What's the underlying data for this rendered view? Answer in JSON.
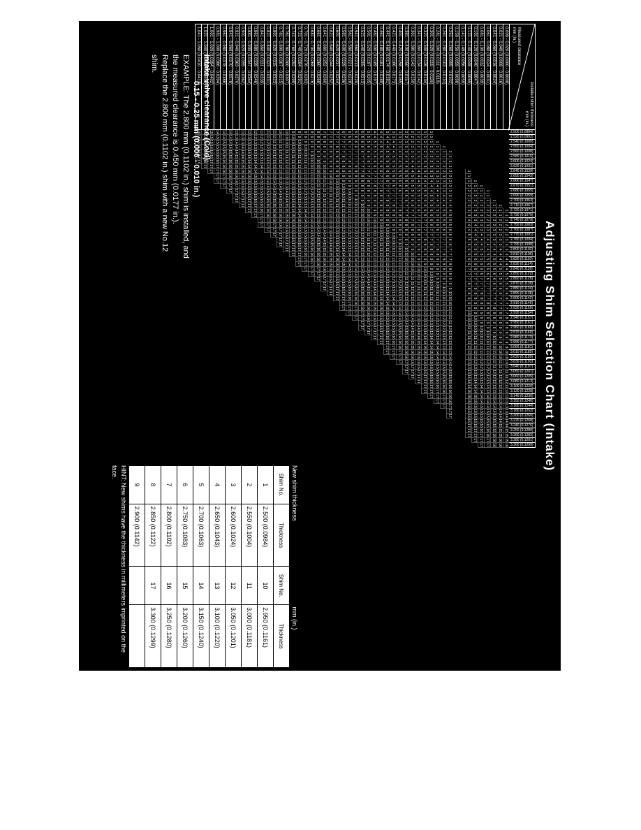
{
  "title": "Adjusting Shim Selection Chart (Intake)",
  "chart_header": {
    "installed_label": "Installed shim thickness",
    "installed_unit": "mm (in.)",
    "measured_label": "Measured clearance",
    "measured_unit": "mm (in.)"
  },
  "columns": [
    "2.500 (0.0984)",
    "2.520 (0.0992)",
    "2.540 (0.1000)",
    "2.550 (0.1004)",
    "2.560 (0.1008)",
    "2.580 (0.1016)",
    "2.600 (0.1024)",
    "2.620 (0.1031)",
    "2.640 (0.1039)",
    "2.650 (0.1043)",
    "2.660 (0.1047)",
    "2.670 (0.1051)",
    "2.680 (0.1055)",
    "2.690 (0.1059)",
    "2.700 (0.1063)",
    "2.710 (0.1067)",
    "2.720 (0.1071)",
    "2.730 (0.1075)",
    "2.740 (0.1079)",
    "2.750 (0.1083)",
    "2.760 (0.1087)",
    "2.770 (0.1091)",
    "2.780 (0.1094)",
    "2.790 (0.1098)",
    "2.800 (0.1102)",
    "2.810 (0.1106)",
    "2.820 (0.1110)",
    "2.830 (0.1114)",
    "2.840 (0.1118)",
    "2.850 (0.1122)",
    "2.860 (0.1126)",
    "2.870 (0.1130)",
    "2.880 (0.1134)",
    "2.890 (0.1138)",
    "2.900 (0.1142)",
    "2.910 (0.1146)",
    "2.920 (0.1150)",
    "2.930 (0.1154)",
    "2.940 (0.1157)",
    "2.950 (0.1161)",
    "2.960 (0.1165)",
    "2.970 (0.1169)",
    "2.980 (0.1173)",
    "2.990 (0.1177)",
    "3.000 (0.1181)",
    "3.010 (0.1185)",
    "3.020 (0.1189)",
    "3.030 (0.1193)",
    "3.040 (0.1197)",
    "3.050 (0.1201)",
    "3.060 (0.1205)",
    "3.080 (0.1213)",
    "3.100 (0.1220)",
    "3.120 (0.1228)",
    "3.140 (0.1236)",
    "3.150 (0.1240)",
    "3.160 (0.1244)",
    "3.180 (0.1252)",
    "3.200 (0.1260)",
    "3.220 (0.1268)",
    "3.240 (0.1276)",
    "3.250 (0.1280)",
    "3.260 (0.1283)",
    "3.280 (0.1291)",
    "3.300 (0.1299)"
  ],
  "rows": [
    "0.000 - 0.020 (0.0000 - 0.0008)",
    "0.021 - 0.040 (0.0008 - 0.0016)",
    "0.041 - 0.060 (0.0016 - 0.0024)",
    "0.061 - 0.080 (0.0024 - 0.0031)",
    "0.081 - 0.100 (0.0032 - 0.0039)",
    "0.101 - 0.120 (0.0040 - 0.0047)",
    "0.121 - 0.140 (0.0048 - 0.0055)",
    "0.141 - 0.149 (0.0056 - 0.0059)",
    "0.150 - 0.250 (0.0059 - 0.0098)",
    "0.251 - 0.260 (0.0099 - 0.0102)",
    "0.261 - 0.280 (0.0103 - 0.0110)",
    "0.281 - 0.300 (0.0111 - 0.0118)",
    "0.301 - 0.320 (0.0119 - 0.0126)",
    "0.321 - 0.340 (0.0126 - 0.0134)",
    "0.341 - 0.360 (0.0134 - 0.0142)",
    "0.361 - 0.380 (0.0142 - 0.0150)",
    "0.381 - 0.400 (0.0150 - 0.0157)",
    "0.401 - 0.420 (0.0158 - 0.0165)",
    "0.421 - 0.440 (0.0166 - 0.0173)",
    "0.441 - 0.460 (0.0174 - 0.0181)",
    "0.461 - 0.480 (0.0181 - 0.0189)",
    "0.481 - 0.500 (0.0189 - 0.0197)",
    "0.501 - 0.520 (0.0197 - 0.0205)",
    "0.521 - 0.540 (0.0205 - 0.0213)",
    "0.541 - 0.560 (0.0213 - 0.0220)",
    "0.561 - 0.580 (0.0221 - 0.0228)",
    "0.581 - 0.600 (0.0229 - 0.0236)",
    "0.601 - 0.620 (0.0237 - 0.0244)",
    "0.621 - 0.640 (0.0244 - 0.0252)",
    "0.641 - 0.660 (0.0252 - 0.0260)",
    "0.661 - 0.680 (0.0260 - 0.0268)",
    "0.681 - 0.700 (0.0268 - 0.0276)",
    "0.701 - 0.720 (0.0276 - 0.0283)",
    "0.721 - 0.740 (0.0284 - 0.0291)",
    "0.741 - 0.760 (0.0292 - 0.0299)",
    "0.761 - 0.780 (0.0300 - 0.0307)",
    "0.781 - 0.800 (0.0307 - 0.0315)",
    "0.801 - 0.820 (0.0315 - 0.0323)",
    "0.821 - 0.840 (0.0323 - 0.0331)",
    "0.841 - 0.860 (0.0331 - 0.0339)",
    "0.861 - 0.880 (0.0339 - 0.0346)",
    "0.881 - 0.900 (0.0347 - 0.0354)",
    "0.901 - 0.920 (0.0355 - 0.0362)",
    "0.921 - 0.940 (0.0363 - 0.0370)",
    "0.941 - 0.960 (0.0370 - 0.0378)",
    "0.961 - 0.980 (0.0378 - 0.0386)",
    "0.981 - 1.000 (0.0386 - 0.0394)",
    "1.001 - 1.020 (0.0394 - 0.0402)",
    "1.021 - 1.040 (0.0402 - 0.0409)",
    "1.041 - 1.050 (0.0410 - 0.0413)"
  ],
  "notes": {
    "clearance_label": "Intake valve clearance (Cold):",
    "clearance_range": "0.15 - 0.25 mm (0.006 - 0.010 in.)",
    "example_1": "EXAMPLE:  The 2.800 mm (0.1102 in.) shim is installed, and",
    "example_2": "the measured clearance is 0.450 mm (0.0177 in.).",
    "example_3": "Replace the 2.800 mm (0.1102 in.) shim with a new No.12",
    "example_4": "shim."
  },
  "ref_table": {
    "caption_left": "New shim thickness",
    "caption_right": "mm (in.)",
    "headers": [
      "Shim No.",
      "Thickness",
      "Shim No.",
      "Thickness"
    ],
    "rows": [
      [
        "1",
        "2.500 (0.0984)",
        "10",
        "2.950 (0.1161)"
      ],
      [
        "2",
        "2.550 (0.1004)",
        "11",
        "3.000 (0.1181)"
      ],
      [
        "3",
        "2.600 (0.1024)",
        "12",
        "3.050 (0.1201)"
      ],
      [
        "4",
        "2.650 (0.1043)",
        "13",
        "3.100 (0.1220)"
      ],
      [
        "5",
        "2.700 (0.1063)",
        "14",
        "3.150 (0.1240)"
      ],
      [
        "6",
        "2.750 (0.1083)",
        "15",
        "3.200 (0.1260)"
      ],
      [
        "7",
        "2.800 (0.1102)",
        "16",
        "3.250 (0.1280)"
      ],
      [
        "8",
        "2.850 (0.1122)",
        "17",
        "3.300 (0.1299)"
      ],
      [
        "9",
        "2.900 (0.1142)",
        "",
        ""
      ]
    ]
  },
  "hint": "HINT:  New shims have the thickness in millimeters imprinted on the face."
}
